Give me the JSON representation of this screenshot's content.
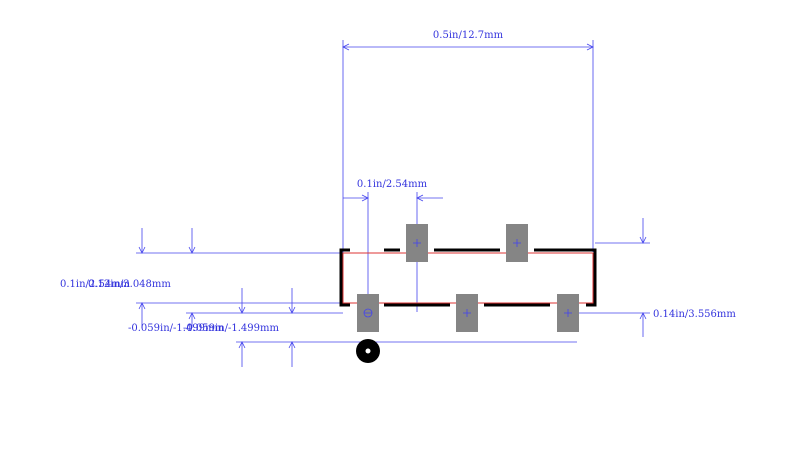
{
  "dimensions": {
    "overall_width": "0.5in/12.7mm",
    "pitch": "0.1in/2.54mm",
    "left_height_a": "0.1in/2.54mm",
    "left_height_b": "0.12in/3.048mm",
    "right_offset": "0.14in/3.556mm",
    "bottom_a": "-0.059in/-1.499mm",
    "bottom_b": "-0.059in/-1.499mm"
  },
  "colors": {
    "dimension": "#4444ee",
    "pad": "#858585",
    "outline": "#000000",
    "reference": "#dd3333"
  }
}
